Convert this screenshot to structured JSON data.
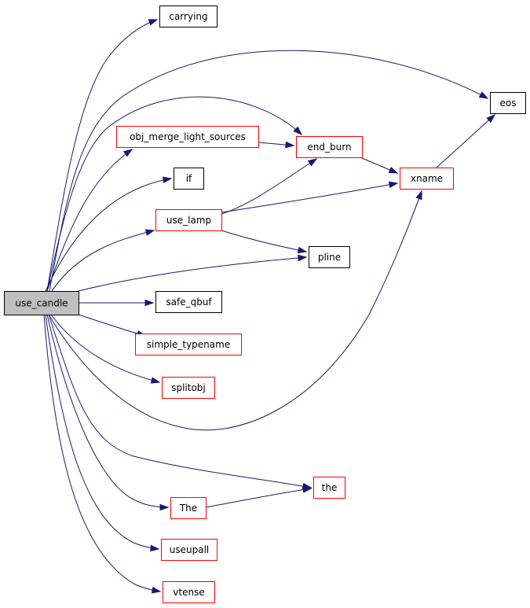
{
  "colors": {
    "edge": "#191970",
    "root_fill": "#bfbfbf",
    "linked_border": "#ff0000",
    "plain_border": "#000000",
    "node_fill": "#ffffff"
  },
  "nodes": {
    "use_candle": {
      "label": "use_candle",
      "style": "root"
    },
    "carrying": {
      "label": "carrying",
      "style": "plain"
    },
    "eos": {
      "label": "eos",
      "style": "plain"
    },
    "obj_merge_light_sources": {
      "label": "obj_merge_light_sources",
      "style": "linked"
    },
    "end_burn": {
      "label": "end_burn",
      "style": "linked"
    },
    "xname": {
      "label": "xname",
      "style": "linked"
    },
    "if": {
      "label": "if",
      "style": "plain"
    },
    "use_lamp": {
      "label": "use_lamp",
      "style": "linked"
    },
    "pline": {
      "label": "pline",
      "style": "plain"
    },
    "safe_qbuf": {
      "label": "safe_qbuf",
      "style": "plain"
    },
    "simple_typename": {
      "label": "simple_typename",
      "style": "linked"
    },
    "splitobj": {
      "label": "splitobj",
      "style": "linked"
    },
    "the": {
      "label": "the",
      "style": "linked"
    },
    "The": {
      "label": "The",
      "style": "linked"
    },
    "useupall": {
      "label": "useupall",
      "style": "linked"
    },
    "vtense": {
      "label": "vtense",
      "style": "linked"
    }
  },
  "edges": [
    {
      "from": "use_candle",
      "to": "carrying"
    },
    {
      "from": "use_candle",
      "to": "eos"
    },
    {
      "from": "use_candle",
      "to": "end_burn"
    },
    {
      "from": "use_candle",
      "to": "obj_merge_light_sources"
    },
    {
      "from": "use_candle",
      "to": "if"
    },
    {
      "from": "use_candle",
      "to": "use_lamp"
    },
    {
      "from": "use_candle",
      "to": "pline"
    },
    {
      "from": "use_candle",
      "to": "safe_qbuf"
    },
    {
      "from": "use_candle",
      "to": "simple_typename"
    },
    {
      "from": "use_candle",
      "to": "splitobj"
    },
    {
      "from": "use_candle",
      "to": "xname"
    },
    {
      "from": "use_candle",
      "to": "the"
    },
    {
      "from": "use_candle",
      "to": "The"
    },
    {
      "from": "use_candle",
      "to": "useupall"
    },
    {
      "from": "use_candle",
      "to": "vtense"
    },
    {
      "from": "obj_merge_light_sources",
      "to": "end_burn"
    },
    {
      "from": "end_burn",
      "to": "xname"
    },
    {
      "from": "xname",
      "to": "eos"
    },
    {
      "from": "use_lamp",
      "to": "end_burn"
    },
    {
      "from": "use_lamp",
      "to": "xname"
    },
    {
      "from": "use_lamp",
      "to": "pline"
    },
    {
      "from": "The",
      "to": "the"
    }
  ]
}
